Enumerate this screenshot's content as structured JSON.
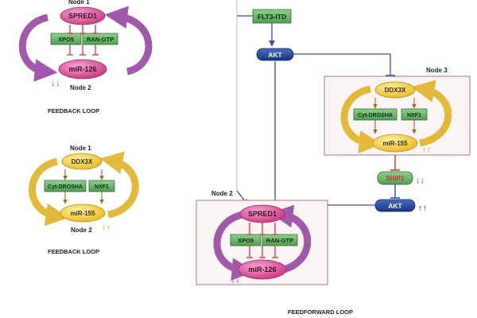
{
  "colors": {
    "purple_arrow": "#a15aab",
    "yellow_arrow": "#e2b93a",
    "magenta_node": "#d63e93",
    "yellow_node": "#f0cd32",
    "green_box": "#5cae5e",
    "blue_node": "#1d3f92",
    "blue_line": "#3a4ea0",
    "red_bar": "#d2343a",
    "frame": "#a46a6e"
  },
  "labels": {
    "spred1": "SPRED1",
    "xpo5": "XPO5",
    "ran_gtp": "RAN-GTP",
    "mir126": "miR-126",
    "ddx3x": "DDX3X",
    "cyt_drosha": "Cyt-DROSHA",
    "nxf1": "NXF1",
    "mir155": "miR-155",
    "flt3_itd": "FLT3-ITD",
    "akt": "AKT",
    "ship1": "SHIP1",
    "node1": "Node 1",
    "node2": "Node 2",
    "node3": "Node 3",
    "feedback_loop": "FEEDBACK LOOP",
    "feedforward_loop": "FEEDFORWARD LOOP"
  },
  "icons": {
    "up_arrows": "↑↑",
    "down_arrows": "↓↓"
  }
}
